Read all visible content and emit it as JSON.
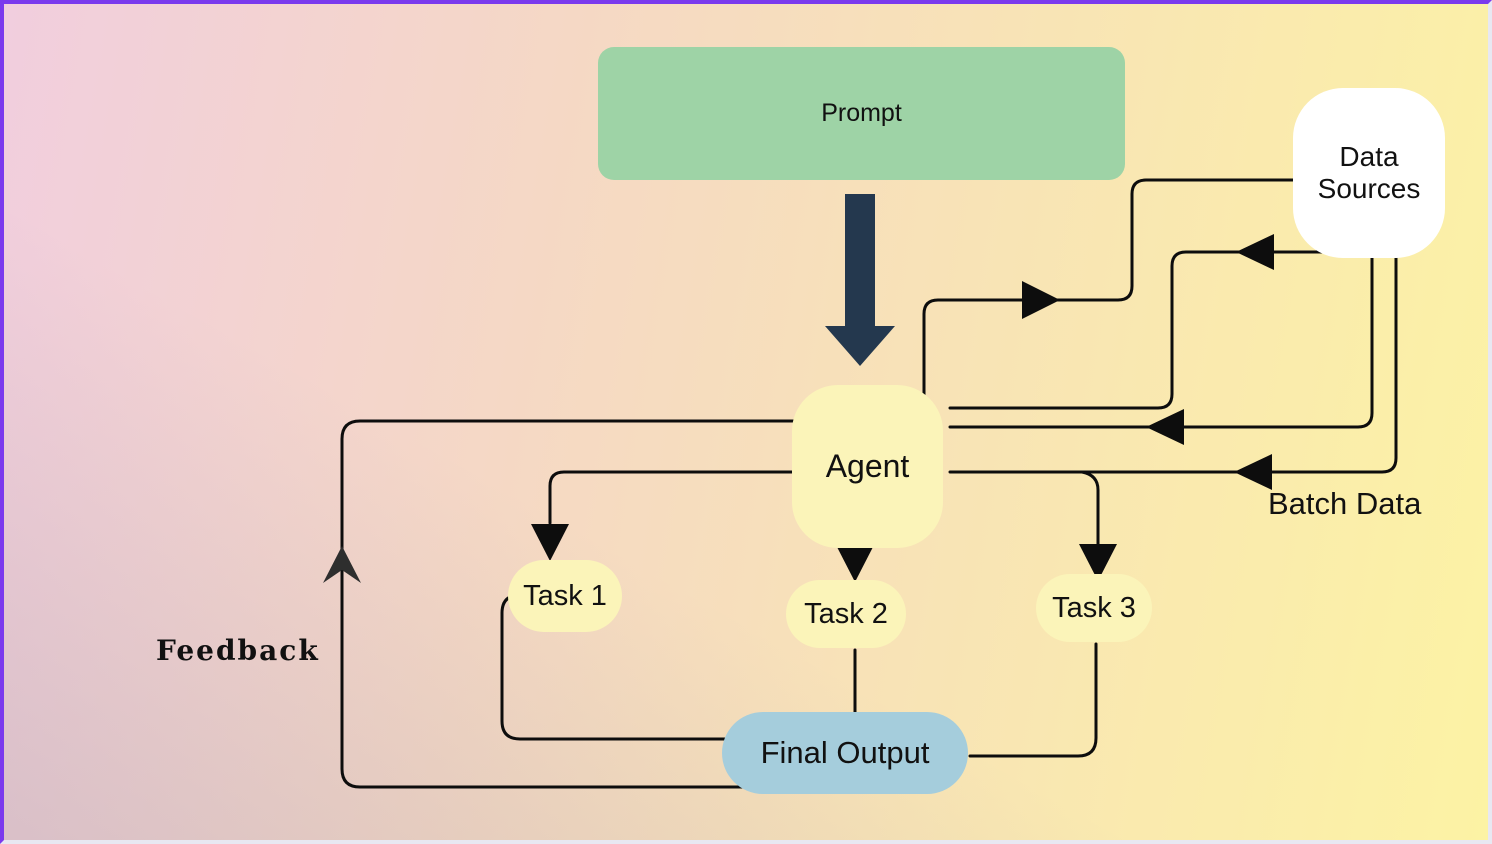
{
  "diagram": {
    "title": "Agent workflow diagram",
    "nodes": {
      "prompt": {
        "label": "Prompt",
        "fill": "#9ed3a6"
      },
      "data_sources": {
        "label": "Data Sources",
        "fill": "#ffffff"
      },
      "agent": {
        "label": "Agent",
        "fill": "#fbf4b9"
      },
      "task_1": {
        "label": "Task 1",
        "fill": "#fbf4b9"
      },
      "task_2": {
        "label": "Task 2",
        "fill": "#fbf4b9"
      },
      "task_3": {
        "label": "Task 3",
        "fill": "#fbf4b9"
      },
      "final_output": {
        "label": "Final Output",
        "fill": "#a5cddc"
      }
    },
    "labels": {
      "batch_data": "Batch Data",
      "feedback": "Feedback"
    },
    "edges": [
      {
        "from": "prompt",
        "to": "agent",
        "style": "thick-solid-arrow"
      },
      {
        "from": "agent",
        "to": "data_sources",
        "style": "orthogonal, right-pointing mid arrow"
      },
      {
        "from": "data_sources",
        "to": "agent",
        "style": "orthogonal, left-pointing mid arrow (upper)"
      },
      {
        "from": "data_sources",
        "to": "agent",
        "style": "orthogonal, left-pointing mid arrow (middle)"
      },
      {
        "from": "data_sources",
        "to": "agent",
        "style": "orthogonal, left-pointing mid arrow, labeled Batch Data"
      },
      {
        "from": "agent",
        "to": "task_1",
        "style": "orthogonal, solid arrowhead"
      },
      {
        "from": "agent",
        "to": "task_2",
        "style": "straight, solid arrowhead"
      },
      {
        "from": "agent",
        "to": "task_3",
        "style": "orthogonal branch, solid arrowhead"
      },
      {
        "from": "task_1",
        "to": "final_output",
        "style": "orthogonal plain"
      },
      {
        "from": "task_2",
        "to": "final_output",
        "style": "straight plain"
      },
      {
        "from": "task_3",
        "to": "final_output",
        "style": "orthogonal plain"
      },
      {
        "from": "final_output",
        "to": "agent",
        "style": "feedback loop, upward chevron, labeled Feedback"
      }
    ],
    "colors": {
      "connector": "#0d0d0d",
      "prompt_arrow": "#24384e",
      "chevron": "#2e2e2e",
      "border_accent": "#7b3aed",
      "border_light": "#e8e8f2",
      "bg_top_left": "#f1cede",
      "bg_top_right": "#f8dfbc",
      "bg_bottom_right": "#fcf3a4",
      "bg_bottom_left": "#e9dede",
      "text": "#111111"
    }
  }
}
